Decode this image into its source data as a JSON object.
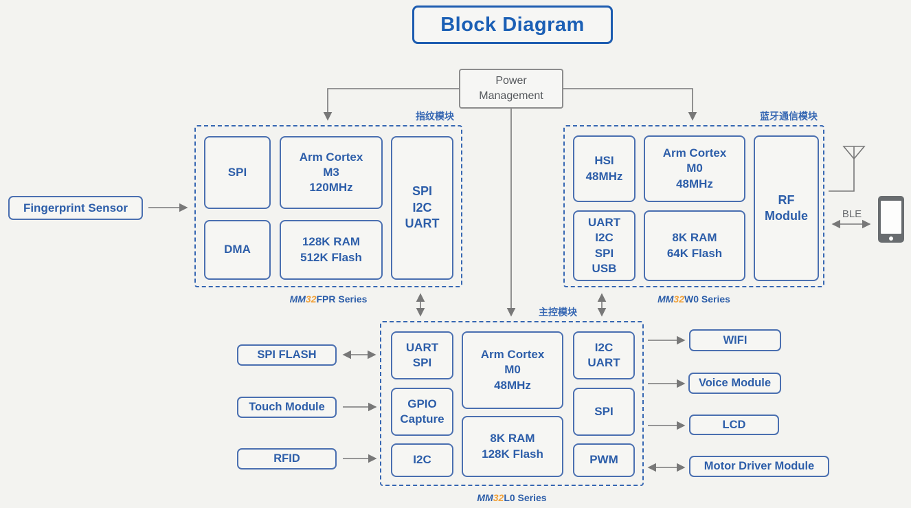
{
  "title": "Block Diagram",
  "power": {
    "label": "Power\nManagement"
  },
  "modules": {
    "fingerprint": {
      "tag": "指纹模块",
      "series": {
        "pre": "MM",
        "num": "32",
        "rest": "FPR Series"
      },
      "boxes": {
        "spi": "SPI",
        "cpu": "Arm Cortex\nM3\n120MHz",
        "dma": "DMA",
        "mem": "128K RAM\n512K Flash",
        "periph": "SPI\nI2C\nUART"
      }
    },
    "bluetooth": {
      "tag": "蓝牙通信模块",
      "series": {
        "pre": "MM",
        "num": "32",
        "rest": "W0 Series"
      },
      "boxes": {
        "hsi": "HSI\n48MHz",
        "cpu": "Arm Cortex\nM0\n48MHz",
        "periph": "UART\nI2C\nSPI\nUSB",
        "mem": "8K RAM\n64K Flash",
        "rf": "RF\nModule"
      }
    },
    "main": {
      "tag": "主控模块",
      "series": {
        "pre": "MM",
        "num": "32",
        "rest": "L0 Series"
      },
      "boxes": {
        "uart_spi": "UART\nSPI",
        "cpu": "Arm Cortex\nM0\n48MHz",
        "i2c_uart": "I2C\nUART",
        "gpio": "GPIO\nCapture",
        "spi": "SPI",
        "i2c": "I2C",
        "mem": "8K RAM\n128K Flash",
        "pwm": "PWM"
      }
    }
  },
  "external": {
    "fingerprint_sensor": "Fingerprint Sensor",
    "spi_flash": "SPI FLASH",
    "touch_module": "Touch Module",
    "rfid": "RFID",
    "wifi": "WIFI",
    "voice_module": "Voice Module",
    "lcd": "LCD",
    "motor_driver": "Motor Driver Module",
    "ble": "BLE"
  },
  "colors": {
    "accent_blue": "#2d5ea9",
    "dashed_blue": "#3566b2",
    "orange": "#f0a13a",
    "line_gray": "#787878",
    "background": "#f3f3f0"
  }
}
